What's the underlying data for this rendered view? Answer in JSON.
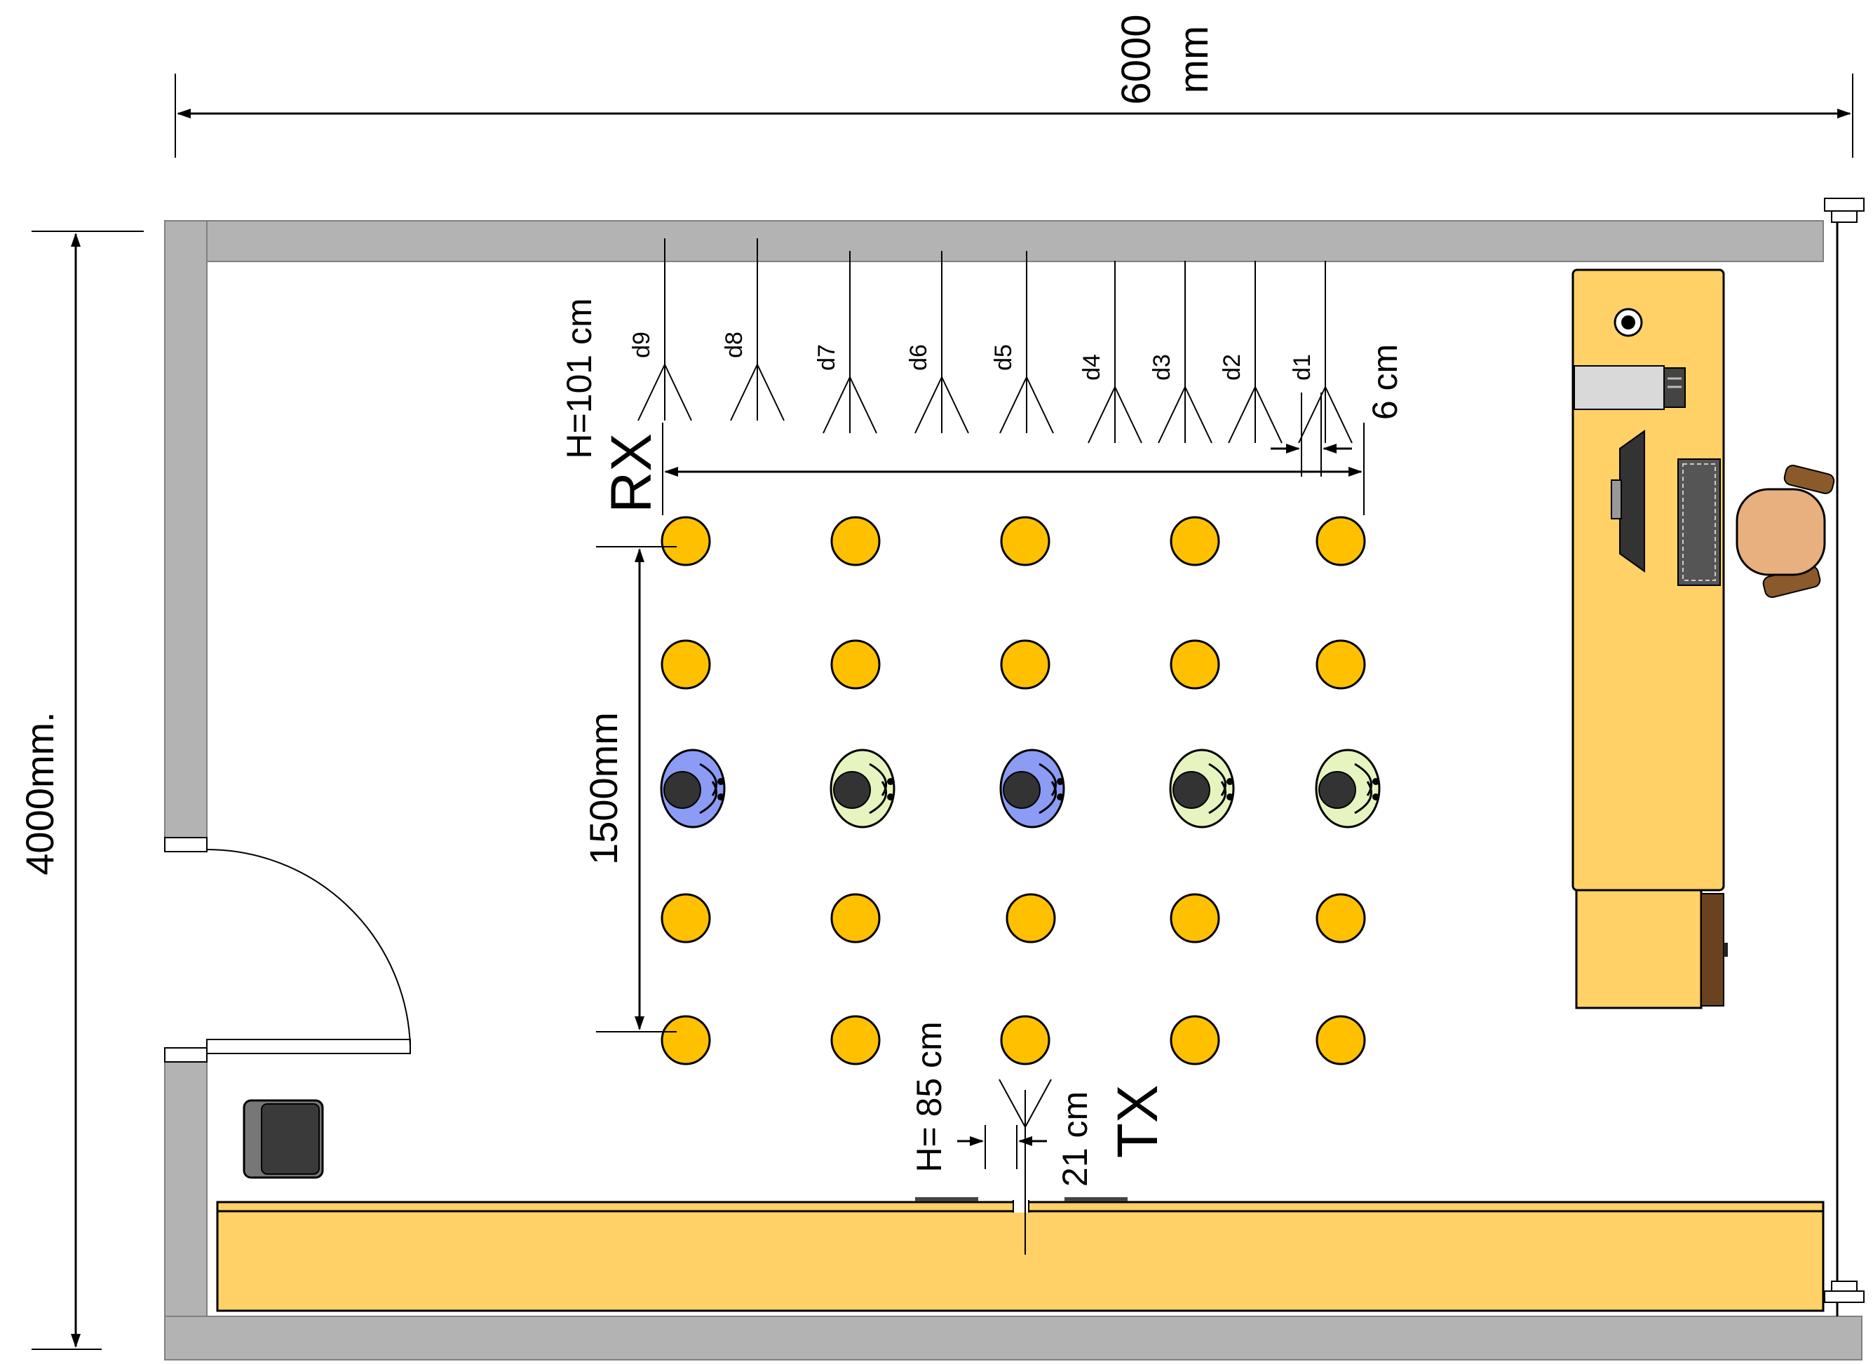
{
  "width_label": "6000",
  "width_unit": "mm",
  "height_label": "4000mm.",
  "rx_label": "RX",
  "rx_height": "H=101 cm",
  "tx_label": "TX",
  "tx_height": "H= 85 cm",
  "antenna_spacing": "6 cm",
  "tx_spacing": "21 cm",
  "row_span": "1500mm",
  "rx_antennas": [
    "d9",
    "d8",
    "d7",
    "d6",
    "d5",
    "d4",
    "d3",
    "d2",
    "d1"
  ],
  "colors": {
    "wall": "#b3b3b3",
    "desk": "#ffd166",
    "position_marker": "#ffc000",
    "person_blue": "#8c9cf5",
    "person_green": "#e6f5c0"
  },
  "grid": {
    "rows": 5,
    "columns": 5
  },
  "people": [
    {
      "column": 1,
      "shirt": "blue"
    },
    {
      "column": 2,
      "shirt": "green"
    },
    {
      "column": 3,
      "shirt": "blue"
    },
    {
      "column": 4,
      "shirt": "green"
    },
    {
      "column": 5,
      "shirt": "green"
    }
  ]
}
